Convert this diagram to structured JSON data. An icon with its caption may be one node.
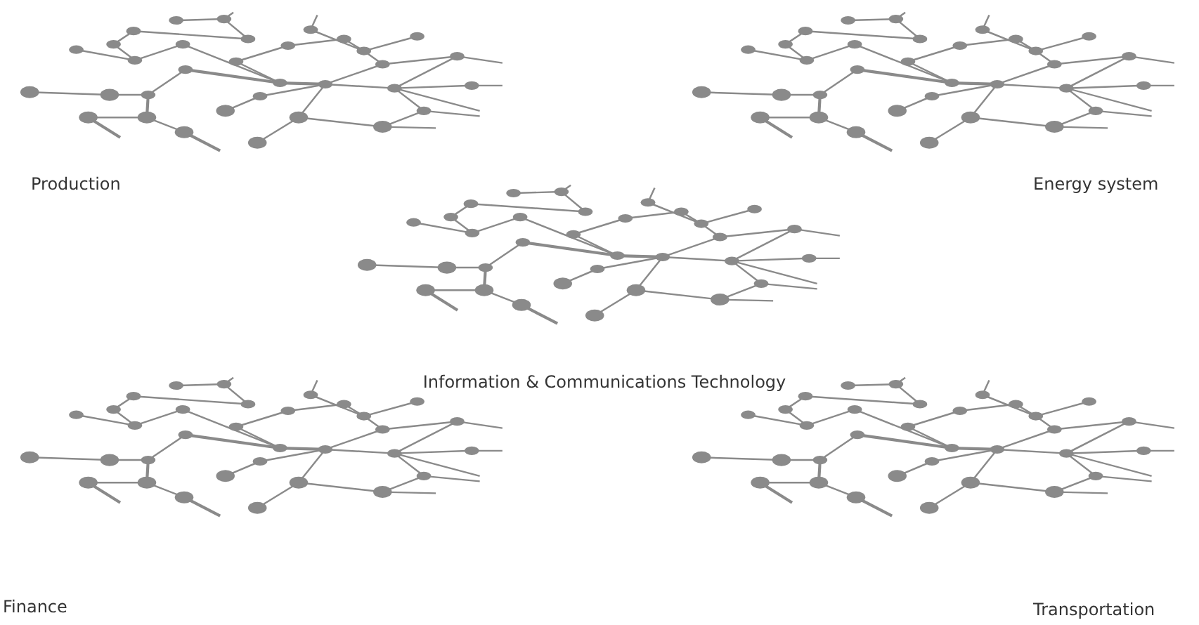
{
  "diagram": {
    "labels": [
      "Production",
      "Energy system",
      "Information & Communications Technology",
      "Finance",
      "Transportation"
    ]
  }
}
